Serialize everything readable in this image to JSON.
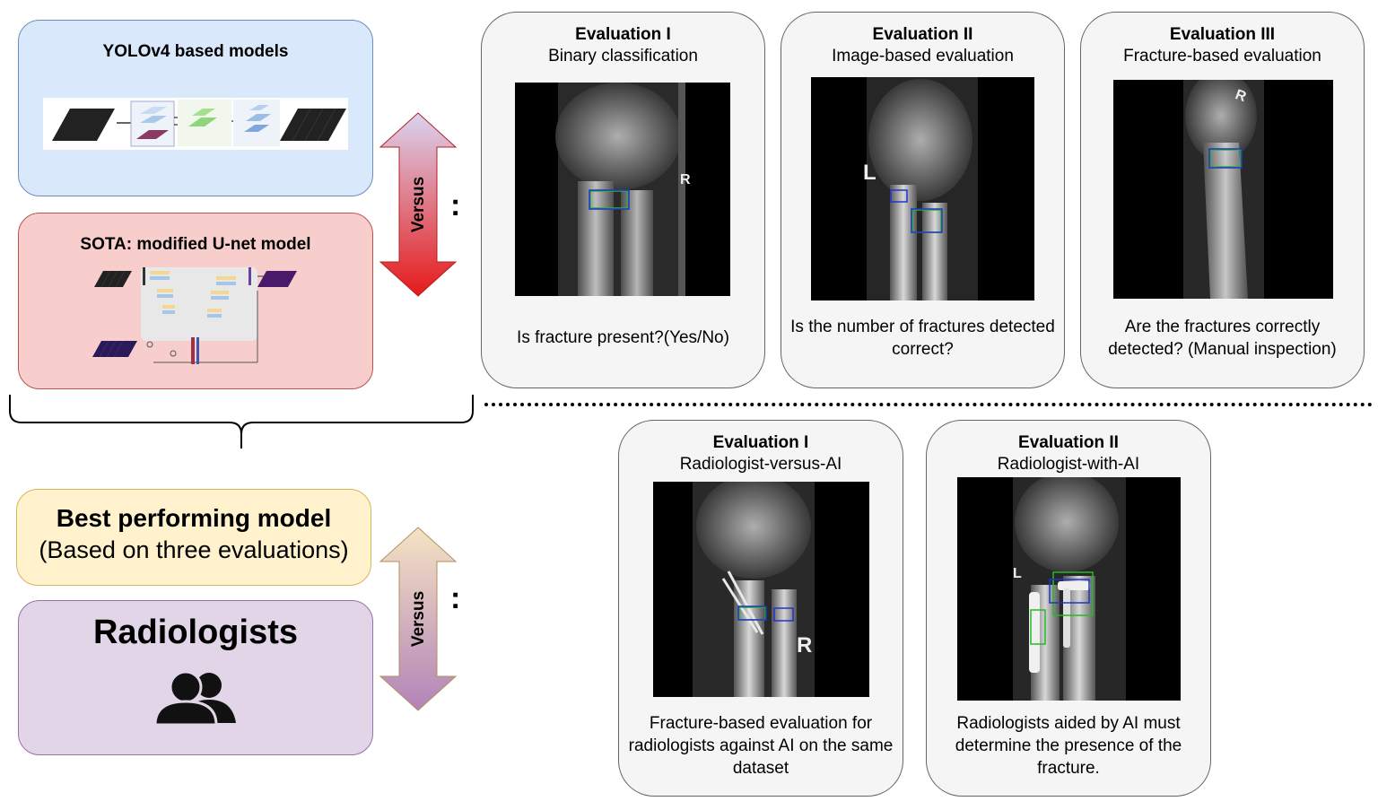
{
  "models": {
    "yolo_title": "YOLOv4 based models",
    "unet_title": "SOTA: modified U-net model"
  },
  "best": {
    "line1": "Best performing model",
    "line2": "(Based on three evaluations)"
  },
  "radiologists": {
    "title": "Radiologists",
    "icon": "users-icon"
  },
  "arrows": {
    "top_label": "Versus",
    "bottom_label": "Versus",
    "colon": ":"
  },
  "evaluations_top": [
    {
      "title": "Evaluation I",
      "subtitle": "Binary classification",
      "question": "Is fracture present?(Yes/No)"
    },
    {
      "title": "Evaluation II",
      "subtitle": "Image-based evaluation",
      "question": "Is the number of fractures detected correct?"
    },
    {
      "title": "Evaluation III",
      "subtitle": "Fracture-based evaluation",
      "question": "Are the fractures correctly detected? (Manual inspection)"
    }
  ],
  "evaluations_bottom": [
    {
      "title": "Evaluation I",
      "subtitle": "Radiologist-versus-AI",
      "question": "Fracture-based evaluation for radiologists against AI on the same dataset"
    },
    {
      "title": "Evaluation II",
      "subtitle": "Radiologist-with-AI",
      "question": "Radiologists aided by AI must determine the presence of the fracture."
    }
  ],
  "xray_markers": {
    "r": "R",
    "l": "L"
  },
  "colors": {
    "yolo_fill": "#dae8fc",
    "unet_fill": "#f8cecc",
    "best_fill": "#fff2cc",
    "rad_fill": "#e1d5e7",
    "panel_fill": "#f5f5f5",
    "bbox_blue": "#2233cc",
    "bbox_green": "#22bb22"
  }
}
